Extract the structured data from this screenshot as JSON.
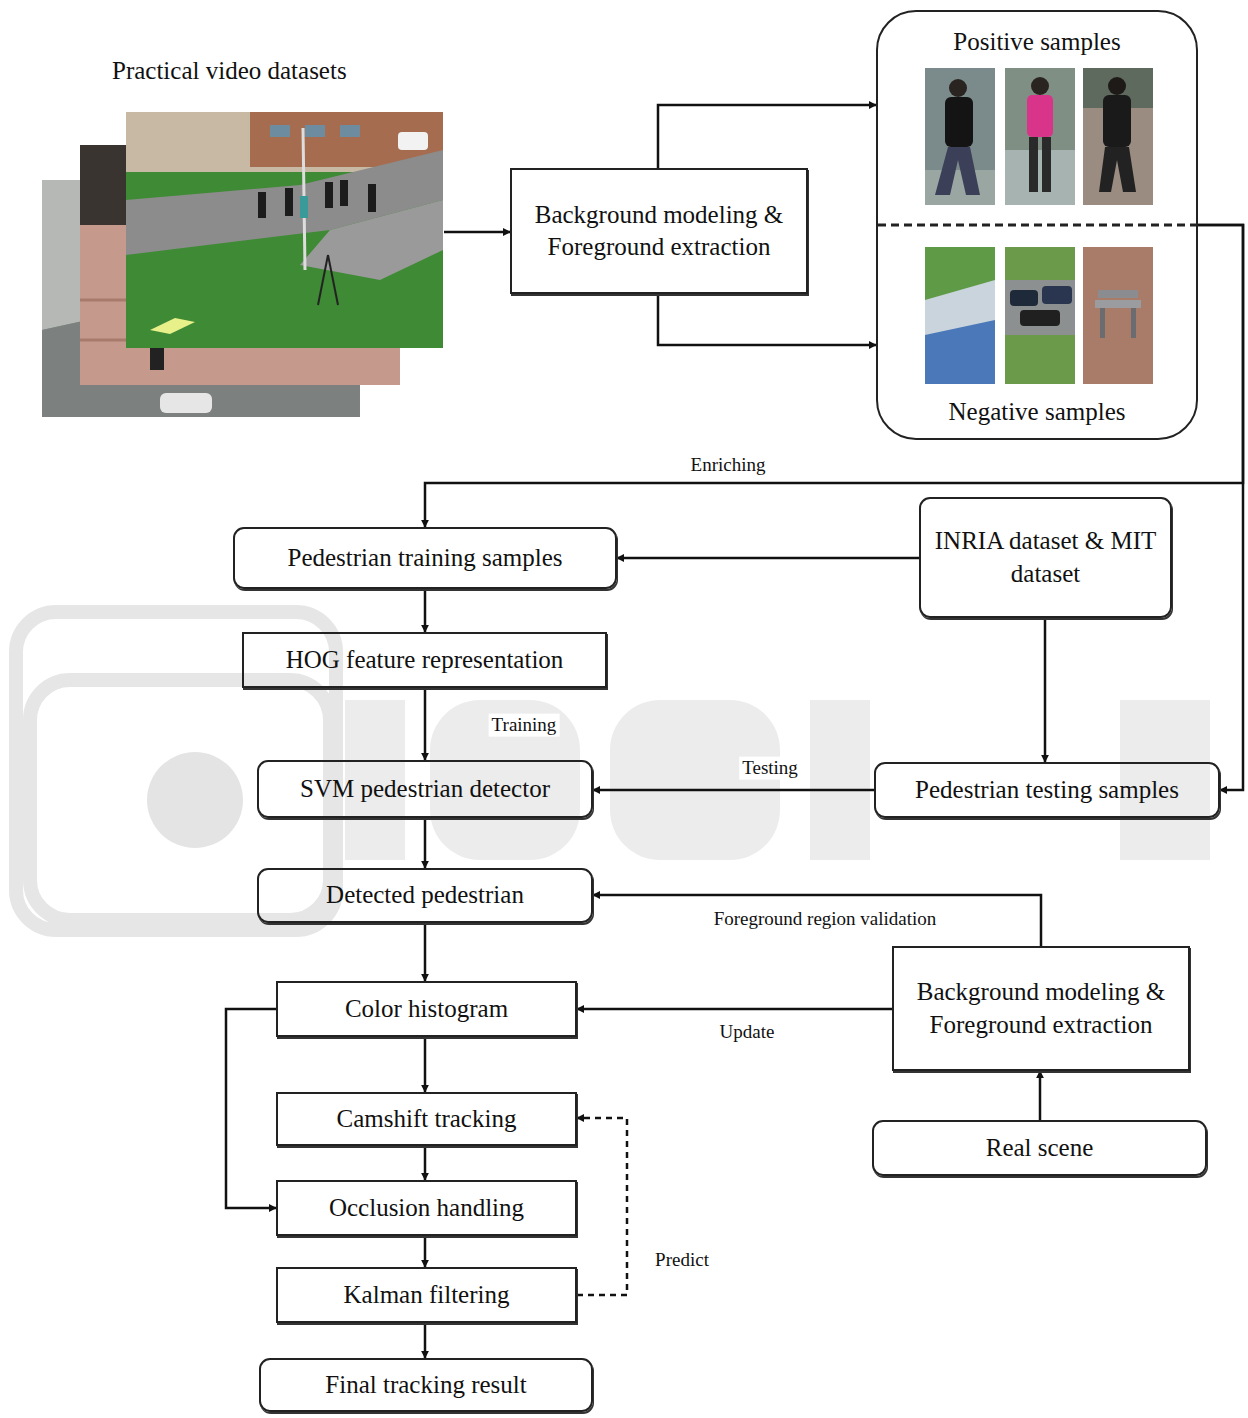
{
  "diagram": {
    "nodes": [
      {
        "text": [
          "Practical video datasets"
        ]
      },
      {
        "text": [
          "Background modeling & Foreground extraction"
        ]
      },
      {
        "text": [
          "Positive samples",
          "Negative samples"
        ]
      },
      {
        "text": [
          "Pedestrian training samples"
        ]
      },
      {
        "text": [
          "INRIA dataset & MIT dataset"
        ]
      },
      {
        "text": [
          "HOG feature representation"
        ]
      },
      {
        "text": [
          "SVM pedestrian detector"
        ]
      },
      {
        "text": [
          "Pedestrian testing samples"
        ]
      },
      {
        "text": [
          "Detected pedestrian"
        ]
      },
      {
        "text": [
          "Background modeling & Foreground extraction"
        ]
      },
      {
        "text": [
          "Color histogram"
        ]
      },
      {
        "text": [
          "Camshift tracking"
        ]
      },
      {
        "text": [
          "Real scene"
        ]
      },
      {
        "text": [
          "Occlusion handling"
        ]
      },
      {
        "text": [
          "Kalman filtering"
        ]
      },
      {
        "text": [
          "Final tracking result"
        ]
      }
    ],
    "edges": [
      {
        "from": 0,
        "to": 1,
        "arrow": "to"
      },
      {
        "from": 1,
        "to": 2,
        "arrow": "to"
      },
      {
        "from": 1,
        "to": 2,
        "arrow": "to"
      },
      {
        "from": 2,
        "to": 3,
        "label": "Enriching",
        "arrow": "to"
      },
      {
        "from": 2,
        "to": 7,
        "arrow": "to"
      },
      {
        "from": 4,
        "to": 3,
        "arrow": "to"
      },
      {
        "from": 4,
        "to": 7,
        "arrow": "to"
      },
      {
        "from": 3,
        "to": 5,
        "arrow": "to"
      },
      {
        "from": 5,
        "to": 6,
        "label": "Training",
        "arrow": "to"
      },
      {
        "from": 7,
        "to": 6,
        "label": "Testing",
        "arrow": "to"
      },
      {
        "from": 6,
        "to": 8,
        "arrow": "to"
      },
      {
        "from": 9,
        "to": 8,
        "label": "Foreground region validation",
        "arrow": "to"
      },
      {
        "from": 9,
        "to": 10,
        "label": "Update",
        "arrow": "to"
      },
      {
        "from": 8,
        "to": 10,
        "arrow": "to"
      },
      {
        "from": 10,
        "to": 11,
        "arrow": "to"
      },
      {
        "from": 10,
        "to": 13,
        "arrow": "to"
      },
      {
        "from": 11,
        "to": 13,
        "arrow": "to"
      },
      {
        "from": 13,
        "to": 14,
        "arrow": "to"
      },
      {
        "from": 14,
        "to": 11,
        "label": "Predict",
        "arrow": "to"
      },
      {
        "from": 12,
        "to": 9,
        "arrow": "to"
      },
      {
        "from": 14,
        "to": 15,
        "arrow": "to"
      }
    ]
  }
}
